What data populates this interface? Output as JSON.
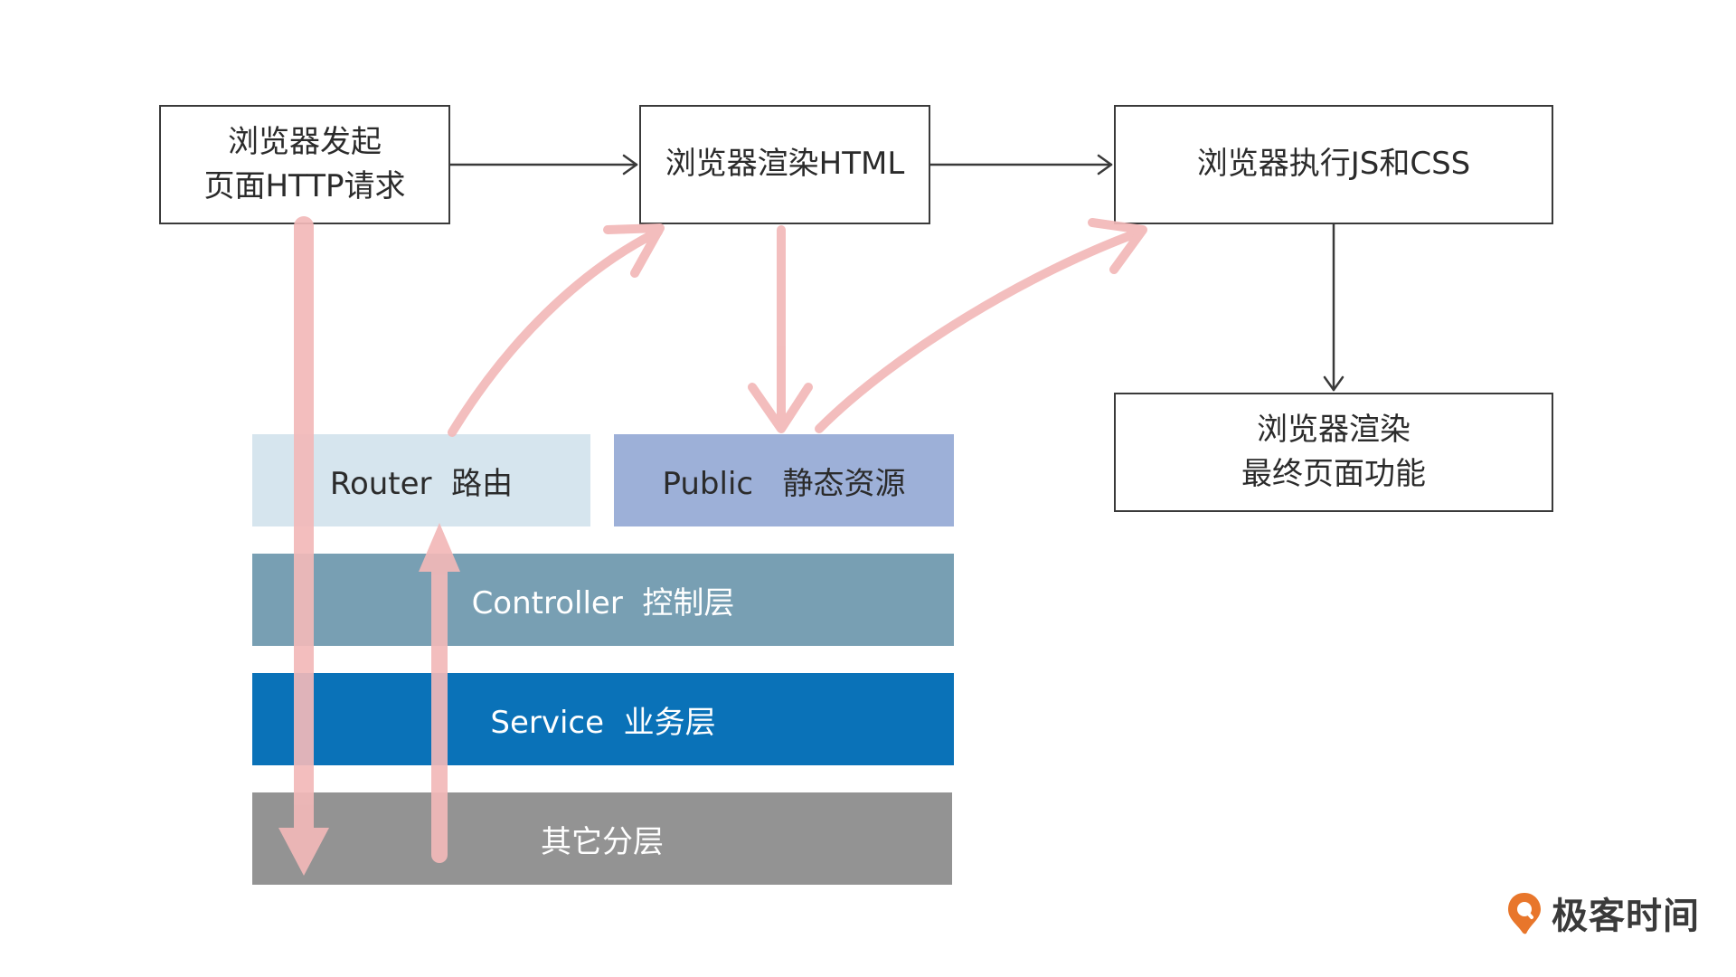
{
  "boxes": {
    "request": {
      "line1": "浏览器发起",
      "line2": "页面HTTP请求"
    },
    "render": {
      "label": "浏览器渲染HTML"
    },
    "exec": {
      "label": "浏览器执行JS和CSS"
    },
    "final": {
      "line1": "浏览器渲染",
      "line2": "最终页面功能"
    }
  },
  "layers": {
    "router": "Router  路由",
    "public": "Public   静态资源",
    "controller": "Controller  控制层",
    "service": "Service  业务层",
    "other": "其它分层"
  },
  "brand": {
    "name": "极客时间"
  },
  "colors": {
    "router": "#d6e5ee",
    "public": "#9db0d8",
    "controller": "#789fb3",
    "service": "#0a72b8",
    "other": "#939393",
    "pink_arrow": "#f2b8b8",
    "brand_orange": "#e8762b"
  }
}
